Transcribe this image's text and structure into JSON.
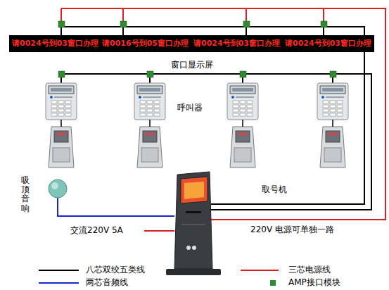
{
  "diagram": {
    "nodes": [
      {
        "text": [
          "请0024号到03窗口办理"
        ]
      },
      {
        "text": [
          "请0016号到05窗口办理"
        ]
      },
      {
        "text": [
          "请0024号到03窗口办理"
        ]
      },
      {
        "text": [
          "请0024号到03窗口办理"
        ]
      }
    ],
    "labels": [
      "窗口显示屏",
      "呼叫器",
      "吸顶音响",
      "取号机",
      "交流220V 5A",
      "220V 电源可单独一路"
    ],
    "legend": [
      {
        "text": "八芯双绞五类线"
      },
      {
        "text": "两芯音频线"
      },
      {
        "text": "三芯电源线"
      },
      {
        "text": "AMP接口模块",
        "color": "#2e8b2e"
      }
    ]
  }
}
